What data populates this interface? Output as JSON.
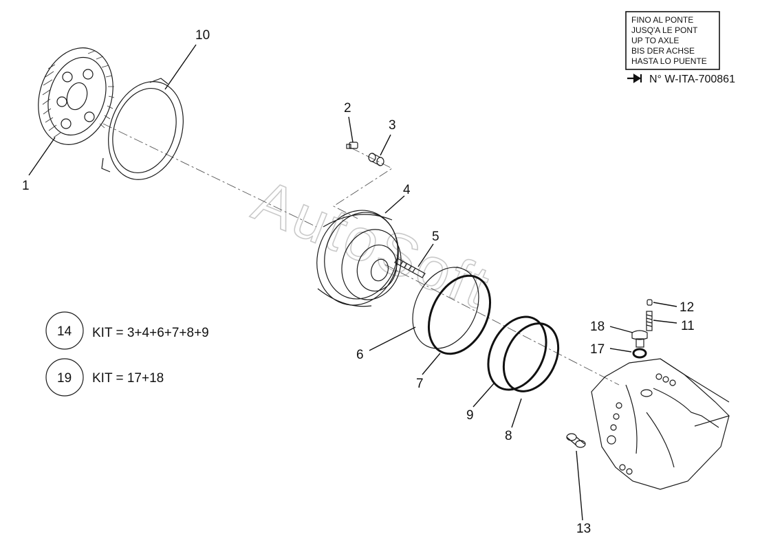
{
  "note": {
    "lines": [
      "FINO AL PONTE",
      "JUSQ'A LE PONT",
      "UP TO AXLE",
      "BIS DER ACHSE",
      "HASTA LO PUENTE"
    ],
    "reference": "N° W-ITA-700861"
  },
  "watermark": "AutoSoft",
  "callouts": {
    "c1": "1",
    "c2": "2",
    "c3": "3",
    "c4": "4",
    "c5": "5",
    "c6": "6",
    "c7": "7",
    "c8": "8",
    "c9": "9",
    "c10": "10",
    "c11": "11",
    "c12": "12",
    "c13": "13",
    "c17": "17",
    "c18": "18"
  },
  "kits": [
    {
      "number": "14",
      "text": "KIT = 3+4+6+7+8+9"
    },
    {
      "number": "19",
      "text": "KIT = 17+18"
    }
  ]
}
